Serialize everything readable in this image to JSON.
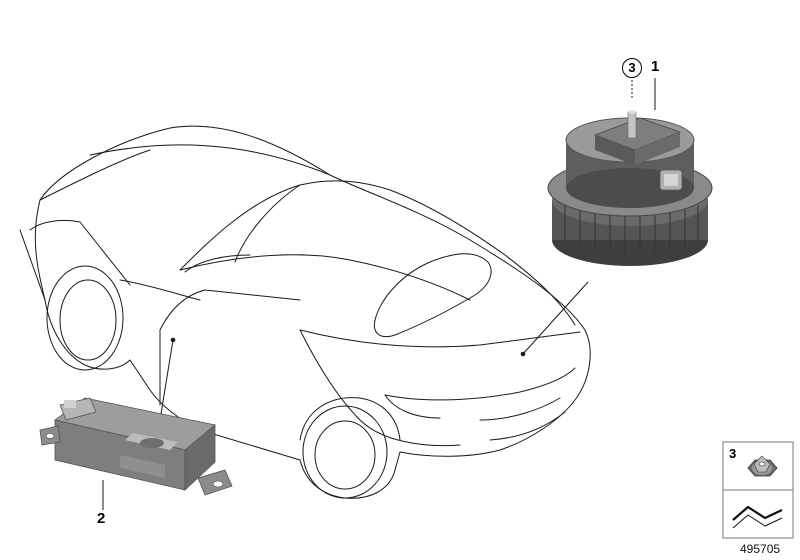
{
  "callouts": {
    "part_1": "1",
    "part_2": "2",
    "part_3_circled": "3"
  },
  "legend": {
    "item_3": "3"
  },
  "catalog_number": "495705",
  "colors": {
    "line": "#1a1a1a",
    "part_dark": "#4a4a4a",
    "part_mid": "#7a7a7a",
    "part_light": "#b8b8b8"
  },
  "icons": [
    "car-outline-icon",
    "siren-unit-icon",
    "sensor-module-icon",
    "hex-nut-icon",
    "ground-symbol-icon"
  ]
}
